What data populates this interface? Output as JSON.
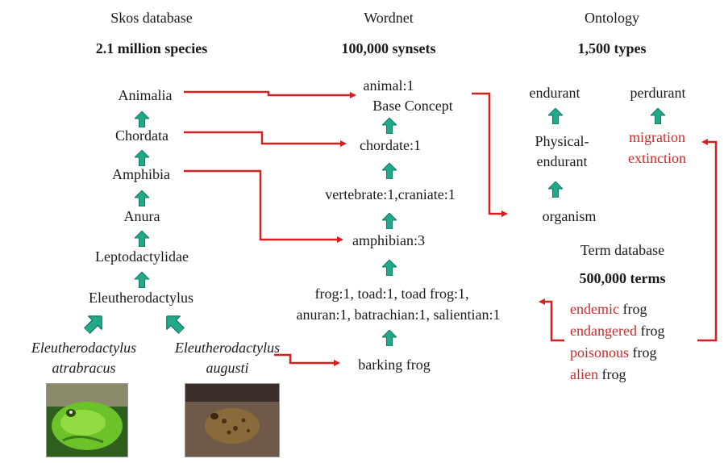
{
  "columns": {
    "skos": {
      "title": "Skos database",
      "subtitle": "2.1 million species"
    },
    "wordnet": {
      "title": "Wordnet",
      "subtitle": "100,000 synsets"
    },
    "ontology": {
      "title": "Ontology",
      "subtitle": "1,500 types"
    }
  },
  "skos_nodes": [
    "Animalia",
    "Chordata",
    "Amphibia",
    "Anura",
    "Leptodactylidae",
    "Eleutherodactylus"
  ],
  "species": [
    {
      "genus": "Eleutherodactylus",
      "epithet": "atrabracus"
    },
    {
      "genus": "Eleutherodactylus",
      "epithet": "augusti"
    }
  ],
  "wordnet_nodes": {
    "animal": "animal:1",
    "base_concept": "Base Concept",
    "chordate": "chordate:1",
    "vertebrate": "vertebrate:1,craniate:1",
    "amphibian": "amphibian:3",
    "frog_line1": "frog:1, toad:1, toad frog:1,",
    "frog_line2": "anuran:1, batrachian:1, salientian:1",
    "barking_frog": "barking frog"
  },
  "ontology_nodes": {
    "endurant": "endurant",
    "perdurant": "perdurant",
    "physical_line1": "Physical-",
    "physical_line2": "endurant",
    "organism": "organism",
    "migration": "migration",
    "extinction": "extinction"
  },
  "term_db": {
    "title": "Term database",
    "subtitle": "500,000 terms",
    "terms": [
      {
        "modifier": "endemic",
        "head": " frog"
      },
      {
        "modifier": "endangered",
        "head": " frog"
      },
      {
        "modifier": "poisonous",
        "head": " frog"
      },
      {
        "modifier": "alien",
        "head": " frog"
      }
    ]
  },
  "colors": {
    "arrow_red": "#d42020",
    "arrow_green": "#22a98c",
    "text_red": "#cc2a2a",
    "text": "#1a1a1a"
  },
  "icons": {
    "hierarchy_arrow": "green-up-arrow-icon",
    "mapping_arrow": "red-connector-arrow"
  }
}
